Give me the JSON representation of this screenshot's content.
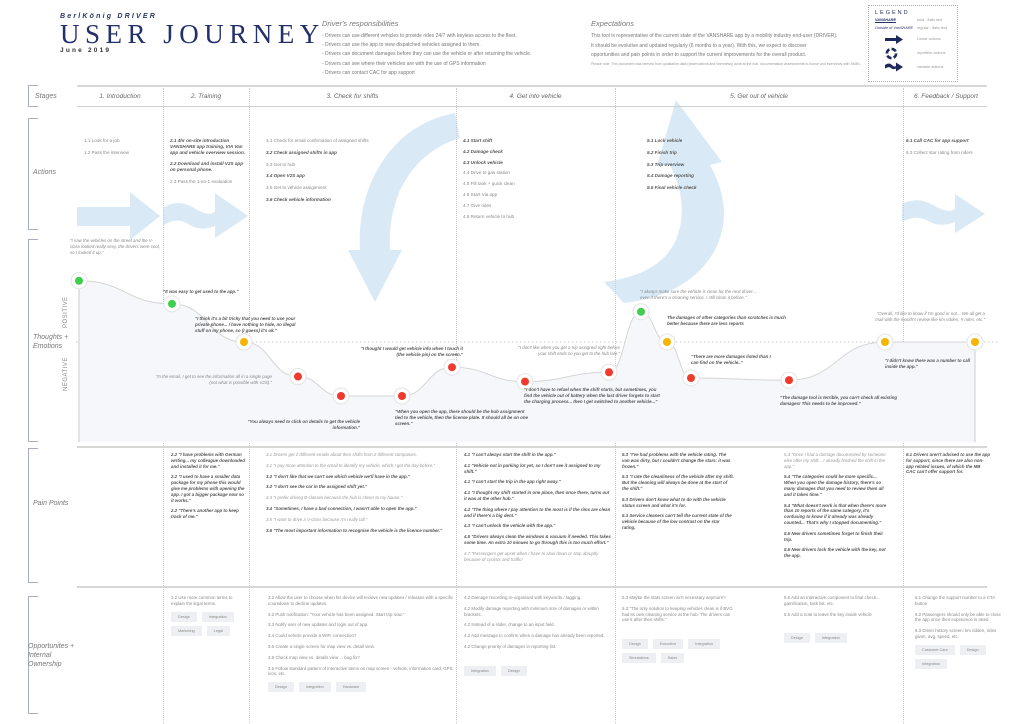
{
  "header": {
    "brand": "BerlKönig DRIVER",
    "title": "USER JOURNEY",
    "date": "June 2019"
  },
  "responsibilities": {
    "title": "Driver's responsibilities",
    "items": [
      "- Drivers can use different vehicles to provide rides 24/7 with keyless access to the fleet.",
      "- Drivers can use the app to view dispatched vehicles assigned to them.",
      "- Drivers can document damages before they can use the vehicle or after returning the vehicle.",
      "- Drivers can see where their vehicles are with the use of GPS information",
      "- Drivers can contact CAC for app support"
    ]
  },
  "expectations": {
    "title": "Expectations",
    "lines": [
      "This tool is representative of the current state of the VANSHARE app by a mobility industry end-user (DRIVER).",
      "It should be evolutive and updated regularly (6 months to a year). With this, we expect to discover",
      "opportunities and pain points in order to support the current improvements for the overall product."
    ],
    "note": "Please note: This document was derived from qualitative data (observations and interviews) done at the hub, documentation assessments in-house and interviews with SMEs."
  },
  "legend": {
    "title": "LEGEND",
    "text_rows": [
      {
        "key": "VANSHARE",
        "desc": "bold - italic text"
      },
      {
        "key": "Outside of VanSHARE",
        "desc": "regular - italic text"
      }
    ],
    "icon_rows": [
      {
        "icon": "straight-arrow-icon",
        "desc": "Linear actions"
      },
      {
        "icon": "cycle-arrows-icon",
        "desc": "repetitive actions"
      },
      {
        "icon": "wavy-arrow-icon",
        "desc": "variable actions"
      }
    ],
    "color": "#1f2a5c"
  },
  "rows": {
    "stages": "Stages",
    "actions": "Actions",
    "thoughts": "Thoughts + Emotions",
    "positive": "POSITIVE",
    "negative": "NEGATIVE",
    "pain": "Pain Points",
    "opps": "Opportunites + Internal Ownership"
  },
  "stages": [
    "1. Introduction",
    "2. Training",
    "3. Check for shifts",
    "4. Get into vehicle",
    "5. Get out of vehicle",
    "6. Feedback / Support"
  ],
  "actions": [
    [
      {
        "text": "1.1 Look for a job",
        "bold": false
      },
      {
        "text": "1.2 Pass the interview",
        "bold": false
      }
    ],
    [
      {
        "text": "2.1 4hr on-site introduction VANSHARE app training, VIA Van app and vehicle overview session.",
        "bold": true
      },
      {
        "text": "2.2 Download and install V2S app on personal phone.",
        "bold": true
      },
      {
        "text": "2.3 Pass the 1-on-1 evaluation",
        "bold": false
      }
    ],
    [
      {
        "text": "3.1 Check for email confirmation of assigned shifts",
        "bold": false
      },
      {
        "text": "3.2 Check assigned shifts in app",
        "bold": true
      },
      {
        "text": "3.3 Get to hub",
        "bold": false
      },
      {
        "text": "3.4 Open V2S app",
        "bold": true
      },
      {
        "text": "3.5 Get to vehicle assignment",
        "bold": false
      },
      {
        "text": "3.6 Check vehicle information",
        "bold": true
      }
    ],
    [
      {
        "text": "4.1 Start shift",
        "bold": true
      },
      {
        "text": "4.2 Damage check",
        "bold": true
      },
      {
        "text": "4.3 Unlock vehicle",
        "bold": true
      },
      {
        "text": "4.4 Drive to gas station",
        "bold": false
      },
      {
        "text": "4.5 Fill tank + quick clean",
        "bold": false
      },
      {
        "text": "4.6 Start Via app",
        "bold": false
      },
      {
        "text": "4.7 Give rides",
        "bold": false
      },
      {
        "text": "4.8 Return vehicle to hub",
        "bold": false
      }
    ],
    [
      {
        "text": "5.1 Lock vehicle",
        "bold": true
      },
      {
        "text": "5.2 Finish trip",
        "bold": true
      },
      {
        "text": "5.3 Trip overview",
        "bold": true
      },
      {
        "text": "5.4 Damage reporting",
        "bold": true
      },
      {
        "text": "5.5 Final vehicle check",
        "bold": true
      }
    ],
    [
      {
        "text": "6.1 Call CAC for app support",
        "bold": true
      },
      {
        "text": "6.3 Collect star rating from riders",
        "bold": false
      }
    ]
  ],
  "emotion_points": [
    {
      "sentiment": "positive",
      "color": "#3ecf4f",
      "quote": "\"I saw the vehicles on the street and the V-class looked really sexy, the drivers were cool, so I looked it up.\"",
      "bold": false
    },
    {
      "sentiment": "positive",
      "color": "#3ecf4f",
      "quote": "\"It was easy to get used to the app.\"",
      "bold": true
    },
    {
      "sentiment": "neutral",
      "color": "#f5b400",
      "quote": "\"I think it's a bit tricky that you need to use your private phone... I have nothing to hide, no illegal stuff on my phone, so (I guess) it's ok.\"",
      "bold": true
    },
    {
      "sentiment": "negative",
      "color": "#f03a2e",
      "quote": "\"In the email, I get to see the information all in a single page (not what is possible with V2S).\"",
      "bold": false
    },
    {
      "sentiment": "negative",
      "color": "#f03a2e",
      "quote": "\"You always need to click on details to get the vehicle information.\"",
      "bold": true
    },
    {
      "sentiment": "negative",
      "color": "#f03a2e",
      "quote": "\"When you open the app, there should be the hub assignment tied to the vehicle, then the license plate. It should all be on one screen.\"",
      "bold": true
    },
    {
      "sentiment": "negative",
      "color": "#f03a2e",
      "quote": "\"I thought I would get vehicle info when I touch it (the vehicle pin) on the screen.\"",
      "bold": true
    },
    {
      "sentiment": "negative",
      "color": "#f03a2e",
      "quote": "\"I don't have to refuel when the shift starts, but sometimes, you find the vehicle out of battery when the last driver forgets to start the charging process... then I get switched to another vehicle...\"",
      "bold": true
    },
    {
      "sentiment": "negative",
      "color": "#f03a2e",
      "quote": "\"I don't like when you get a trip assigned right before your shift ends so you get to the hub late.\"",
      "bold": false
    },
    {
      "sentiment": "positive",
      "color": "#3ecf4f",
      "quote": "\"I always make sure the vehicle is clean for the next driver... even if there's a cleaning service, I still clean it before.\"",
      "bold": false
    },
    {
      "sentiment": "neutral",
      "color": "#f5b400",
      "quote": "The damages of other categories than scratches is much better because there are less reports",
      "bold": true
    },
    {
      "sentiment": "negative",
      "color": "#f03a2e",
      "quote": "\"There are more damages listed than I can find on the vehicle..\"",
      "bold": true
    },
    {
      "sentiment": "negative",
      "color": "#f03a2e",
      "quote": "\"The damage tool is terrible, you can't check all existing damages! This needs to be improved.\"",
      "bold": true
    },
    {
      "sentiment": "neutral",
      "color": "#f5b400",
      "quote": "\"I didn't know there was a number to call inside the app.\"",
      "bold": true
    },
    {
      "sentiment": "neutral",
      "color": "#f5b400",
      "quote": "\"Overall, I'd like to know if I'm good or not... We all get a mail with the month's review like km ridden, # rides, etc.\"",
      "bold": false
    }
  ],
  "pain_points": [
    [],
    [
      {
        "text": "2.2 \"I have problems with German writing... my colleague downloaded and installed it for me.\"",
        "bold": true
      },
      {
        "text": "2.2 \"I used to have a smaller data package for my phone this would give me problems with opening the app. I got a bigger package now so it works.\"",
        "bold": true
      },
      {
        "text": "2.2 \"There's another app to keep track of me.\"",
        "bold": true
      }
    ],
    [
      {
        "text": "3.1 Drivers get 2 different emails about their shifts from 2 different companies.",
        "bold": false
      },
      {
        "text": "3.1 \"I pay more attention to the email to identify my vehicle, which I get the day before.\"",
        "bold": false
      },
      {
        "text": "3.2 \"I don't like that we can't see which vehicle we'll have in the app.\"",
        "bold": true
      },
      {
        "text": "3.2 \"I don't see the car in the assigned shift yet.\"",
        "bold": true
      },
      {
        "text": "3.3 \"I prefer driving B-classes because the hub is closer to my house.\"",
        "bold": false
      },
      {
        "text": "3.4 \"Sometimes, I have a bad connection, I wasn't able to open the app.\"",
        "bold": true
      },
      {
        "text": "3.5 \"I want to drive a V-class because I'm really tall.\"",
        "bold": false
      },
      {
        "text": "3.6 \"The most important information to recognise the vehicle is the licence number.\"",
        "bold": true
      }
    ],
    [
      {
        "text": "4.1 \"I can't always start the shift in the app.\"",
        "bold": true
      },
      {
        "text": "4.1 \"Vehicle not in parking lot yet, so I don't see it assigned to my shift.\"",
        "bold": true
      },
      {
        "text": "4.1 \"I can't start the trip in the app right away.\"",
        "bold": true
      },
      {
        "text": "4.1 \"I thought my shift started in one place, then once there, turns out it was at the other hub.\"",
        "bold": true
      },
      {
        "text": "4.2 \"The thing where I pay attention to the most is if the rims are clean and if there's a big dent.\"",
        "bold": true
      },
      {
        "text": "4.3 \"I can't unlock the vehicle with the app.\"",
        "bold": true
      },
      {
        "text": "4.5 \"Drivers always clean the windows & vacuum if needed. This takes some time. An extra 10 minues to go through this is too much effort.\"",
        "bold": true
      },
      {
        "text": "4.7 \"Passengers get upset when I have to slow down or stop abruptly because of cyclists and traffic!",
        "bold": false
      }
    ],
    [
      {
        "text": "5.3 \"I've had problems with the vehicle rating. The van was dirty, but I couldn't change the stars: it was frozen.\"",
        "bold": true
      },
      {
        "text": "5.3 \"I rate the cleanliness of the vehicle after my shift. But the cleaning will always be done at the start of the shift.\"",
        "bold": true
      },
      {
        "text": "5.3 Drivers don't know what to do with the vehicle status screen and what it's for.",
        "bold": true
      },
      {
        "text": "5.3 Service cleaners can't tell the current state of the vehicle because of the low contrast on the star rating.",
        "bold": true
      }
    ],
    [
      {
        "text": "5.4 \"Once I had a damage documented by someone else after my shift... I already finished the shift in the app.\"",
        "bold": false
      },
      {
        "text": "5.4 \"The categories could be more specific... When you open the damage history, there's so many damages that you need to review them all and it takes time.\"",
        "bold": true
      },
      {
        "text": "5.4 \"What doesn't work is that when there's more than 10 reports of the same category, it's confusing to know if it already was already counted... That's why I stopped documenting.\"",
        "bold": true
      },
      {
        "text": "5.5 New drivers sometimes forget to finish their trip.",
        "bold": true
      },
      {
        "text": "5.5 New drivers lock the vehicle with the key, not the app.",
        "bold": true
      }
    ],
    [
      {
        "text": "6.1 Drivers aren't advised to use the app for support, since there are also non-app related issues, of which the MB CAC can't offer support for.",
        "bold": true
      }
    ]
  ],
  "opportunities": [
    {
      "items": [],
      "tags": []
    },
    {
      "items": [
        "2.2 Use more common terms to explain the legal terms."
      ],
      "tags": [
        "Design",
        "Integration",
        "Marketing",
        "Legal"
      ]
    },
    {
      "items": [
        "3.2 Allow the user to choose when his device will recieve new updates / releases with a specific countdown to decline updates.",
        "3.2 Push notification: \"Your vehicle has been assigned. Start trip now.\"",
        "3.3 Notify user of new updates and login out of app.",
        "3.4 Could vehicle provide a WIFI connection?",
        "3.6 Create a single screen for map view vs. detail view.",
        "3.6 Check map view vs. details view ... bug fix?",
        "3.6 Follow standard pattern of interactive items on map screen - vehicle, information card, GPS icon, etc."
      ],
      "tags": [
        "Design",
        "Integration",
        "Hardware"
      ]
    },
    {
      "items": [
        "4.2 Damage recording re-organised with keywords / tagging.",
        "4.2 Modify damage reporting with minimum size of damages or within brackets.",
        "4.2 Instead of a slider, change to an input field.",
        "4.2 Add message to confirm when a damage has already been reported.",
        "4.2 Change priority of damages in reporting list."
      ],
      "tags": [
        "Integration",
        "Design"
      ]
    },
    {
      "items": [
        "5.3 Maybe the stats screen isn't necessary anymore?",
        "5.3 \"The only solution to keeping vehicles clean is if BVG had its own cleaning service at the hub. The drivers can use it after their shifts.\""
      ],
      "tags": [
        "Design",
        "Executive",
        "Integration",
        "Simulations",
        "Sales"
      ]
    },
    {
      "items": [
        "5.5 Add an interactive component to final check... gamification, task list, etc.",
        "5.5 Add a note to leave the key inside vehicle"
      ],
      "tags": [
        "Design",
        "Integration"
      ]
    },
    {
      "items": [
        "6.1 Change the support number to a CTA button",
        "6.2 Passengers should only be able to close the app once their experience is rated",
        "6.3 Driver history screen: km ridden, rides given, avg. speed, etc."
      ],
      "tags": [
        "Customer Care",
        "Design",
        "Integration"
      ]
    }
  ],
  "colors": {
    "navy": "#24306a",
    "arrow": "#d9eaf6",
    "positive": "#3ecf4f",
    "neutral": "#f5b400",
    "negative": "#f03a2e"
  }
}
